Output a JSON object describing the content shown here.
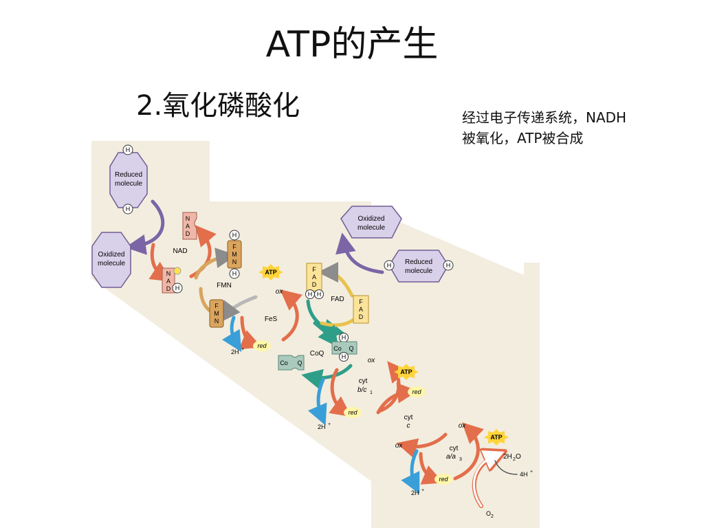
{
  "slide": {
    "title": "ATP的产生",
    "subtitle": "2.氧化磷酸化",
    "note_line1": "经过电子传递系统，NADH",
    "note_line2": "被氧化，ATP被合成"
  },
  "colors": {
    "background_band": "#F2EDDF",
    "molecule_fill": "#D9D0EA",
    "nad_fill": "#F0B7A8",
    "fmn_fill": "#D9A45E",
    "fad_fill": "#FCE39A",
    "coq_fill": "#A9CABD",
    "atp_star": "#FFD43B",
    "red_label_bg": "#FFF6A8",
    "arrow_purple": "#7B65A6",
    "arrow_blue": "#3A9FD8",
    "arrow_green": "#2E9E89",
    "arrow_orange": "#E36E4B"
  },
  "diagram": {
    "H": "H",
    "reduced_molecule": [
      "Reduced",
      "molecule"
    ],
    "oxidized_molecule": [
      "Oxidized",
      "molecule"
    ],
    "nad_letters": [
      "N",
      "A",
      "D"
    ],
    "fmn_letters": [
      "F",
      "M",
      "N"
    ],
    "fad_letters": [
      "F",
      "A",
      "D"
    ],
    "coq": [
      "Co",
      "Q"
    ],
    "labels": {
      "nad": "NAD",
      "fmn": "FMN",
      "fad": "FAD",
      "fes": "FeS",
      "coq": "CoQ",
      "cyt": "cyt",
      "bc1": "b/c",
      "bc1_sub": "1",
      "c": "c",
      "aa3": "a/a",
      "aa3_sub": "3"
    },
    "atp": "ATP",
    "ox": "ox",
    "red": "red",
    "two_h_plus": "2H",
    "plus": "+",
    "h2o": [
      "2H",
      "2",
      "O"
    ],
    "four_h_plus": "4H",
    "o2": [
      "O",
      "2"
    ]
  }
}
